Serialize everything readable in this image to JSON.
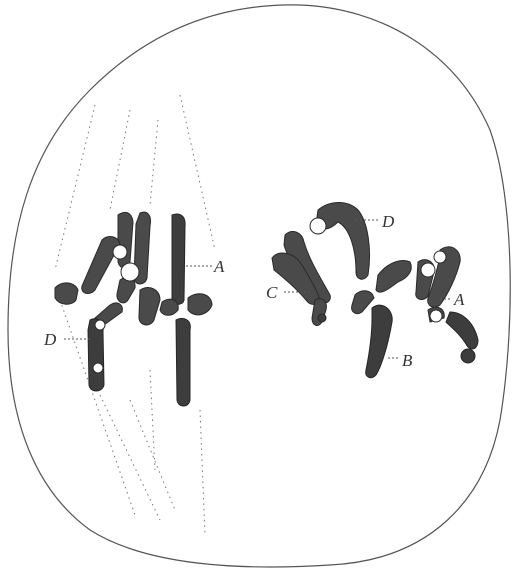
{
  "figure": {
    "labels": {
      "left_A": "A",
      "left_D": "D",
      "right_D": "D",
      "right_C": "C",
      "right_A": "A",
      "right_B": "B"
    }
  }
}
